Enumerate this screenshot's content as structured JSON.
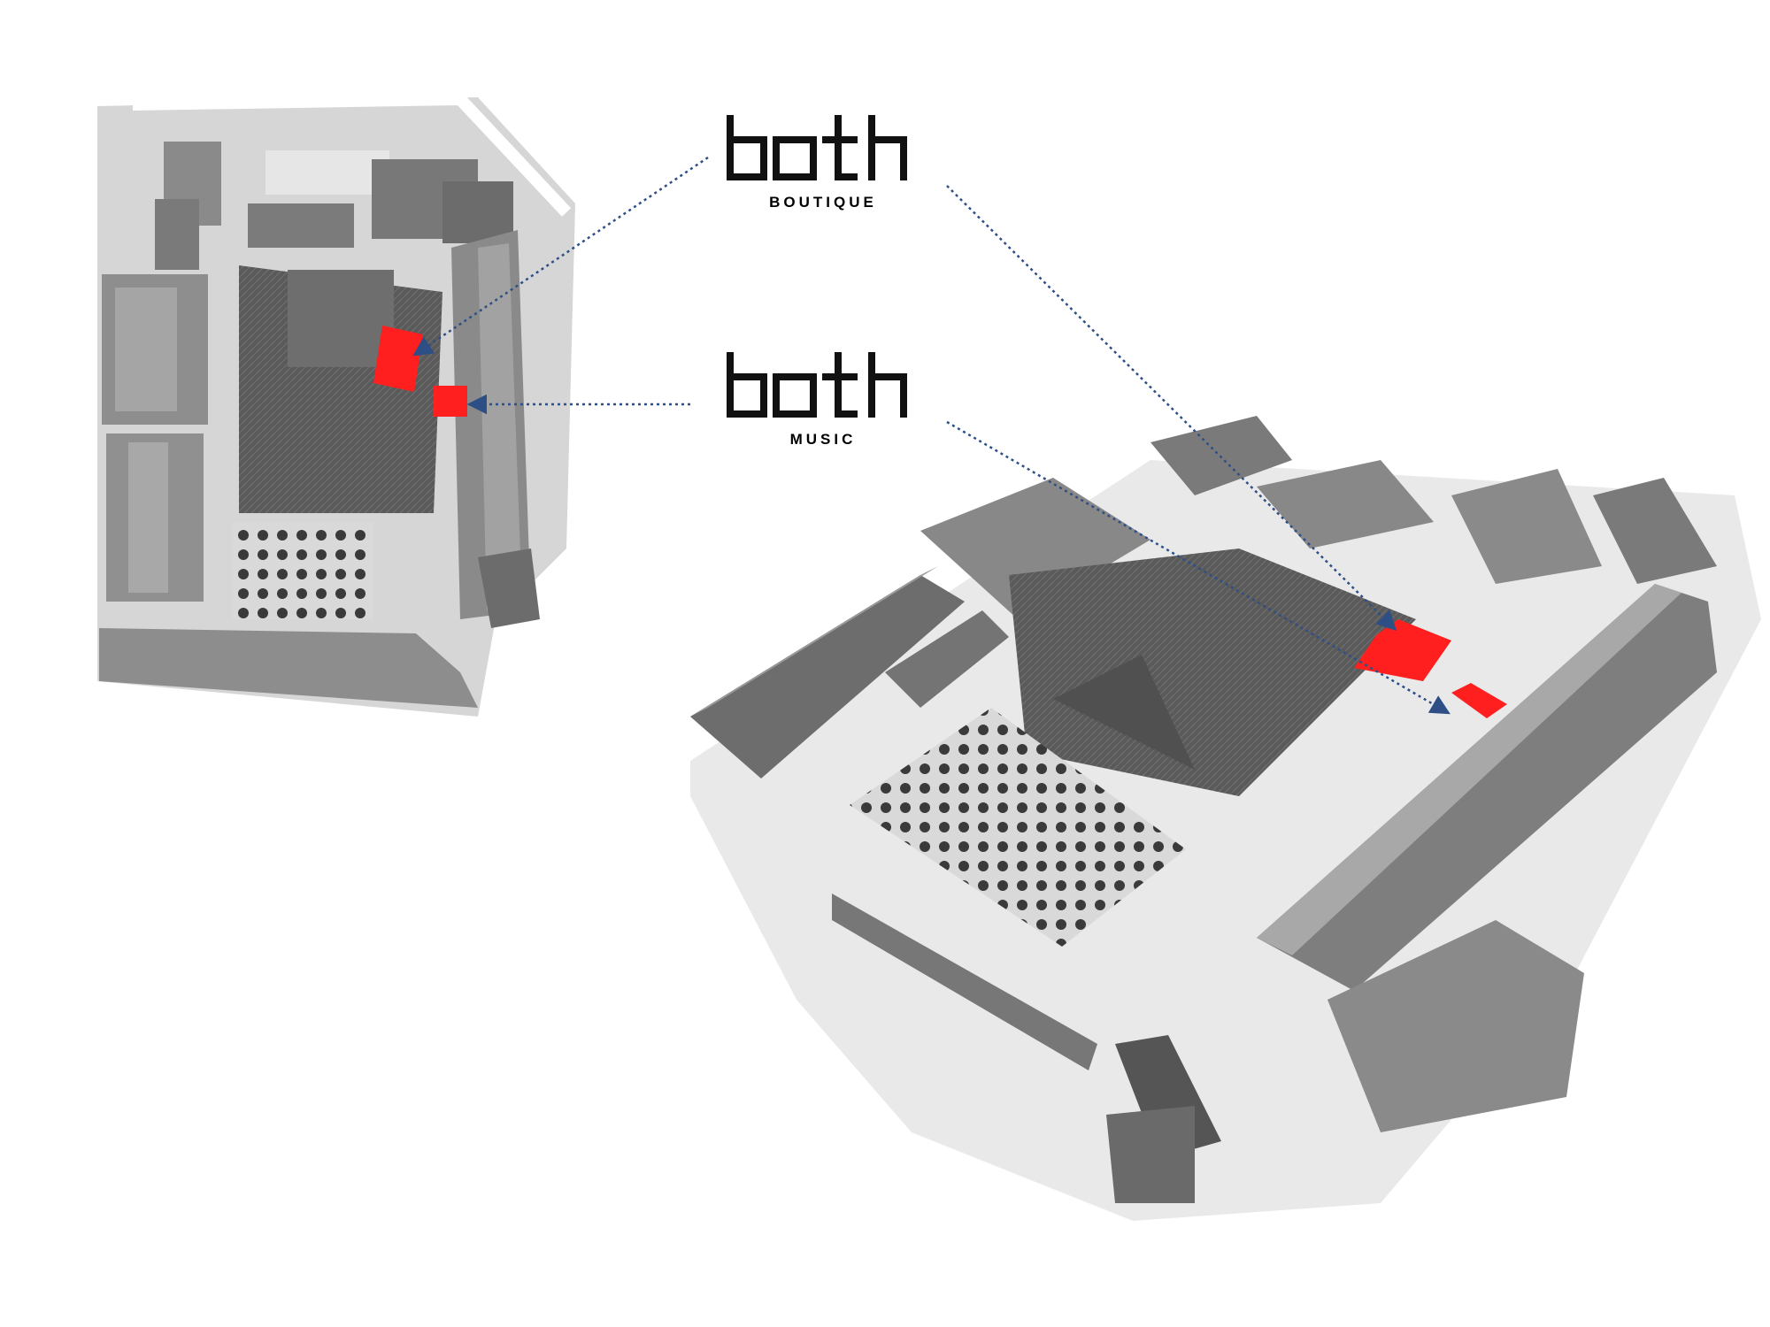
{
  "colors": {
    "highlight": "#ff1f1f",
    "leader_line": "#2d4f86",
    "logo": "#111111",
    "ground": "#cfcfcf",
    "building": "#7d7d7d",
    "roof": "#9a9a9a",
    "plaza": "#5e5e5e",
    "path": "#eeeeee"
  },
  "logos": {
    "boutique": {
      "wordmark": "both",
      "sub": "BOUTIQUE"
    },
    "music": {
      "wordmark": "both",
      "sub": "MUSIC"
    }
  },
  "maps": {
    "plan_view": "site-plan",
    "aerial_view": "aerial-axonometric"
  },
  "icons": {
    "trees": "tree-icon",
    "arrows": "arrowhead-icon"
  }
}
